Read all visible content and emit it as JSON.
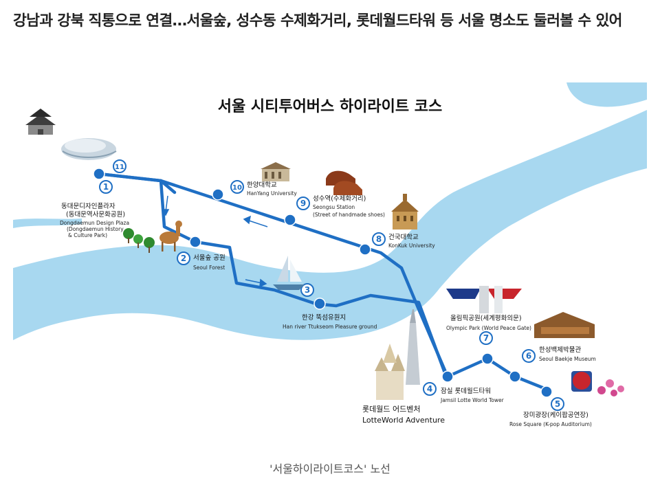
{
  "article": {
    "headline": "강남과 강북 직통으로 연결…서울숲, 성수동 수제화거리, 롯데월드타워 등 서울 명소도 둘러볼 수 있어",
    "caption": "'서울하이라이트코스' 노선"
  },
  "map": {
    "title": "서울 시티투어버스 하이라이트 코스",
    "colors": {
      "route": "#1f6fc4",
      "river": "#a8d8f0",
      "badge": "#1f6fc4"
    },
    "stops": [
      {
        "num": "1",
        "name": "동대문디자인플라자",
        "sub1": "(동대문역사문화공원)",
        "en1": "Dongdaemun Design Plaza",
        "en2": "(Dongdaemun History",
        "en3": "& Culture Park)"
      },
      {
        "num": "2",
        "name": "서울숲 공원",
        "en1": "Seoul Forest"
      },
      {
        "num": "3",
        "name": "한강 뚝섬유원지",
        "en1": "Han river Ttukseom Pleasure ground"
      },
      {
        "num": "4",
        "name": "잠실 롯데월드타워",
        "en1": "Jamsil Lotte World Tower"
      },
      {
        "num": "5",
        "name": "장미광장(케이팝공연장)",
        "en1": "Rose Square (K-pop Auditorium)"
      },
      {
        "num": "6",
        "name": "한성백제박물관",
        "en1": "Seoul Baekje Museum"
      },
      {
        "num": "7",
        "name": "올림픽공원(세계평화의문)",
        "en1": "Olympic Park (World Peace Gate)"
      },
      {
        "num": "8",
        "name": "건국대학교",
        "en1": "KonKuk University"
      },
      {
        "num": "9",
        "name": "성수역(수제화거리)",
        "en1": "Seongsu Station",
        "en2": "(Street of handmade shoes)"
      },
      {
        "num": "10",
        "name": "한양대학교",
        "en1": "HanYang University"
      },
      {
        "num": "11"
      }
    ],
    "landmark": {
      "name": "롯데월드 어드벤처",
      "en": "LotteWorld Adventure"
    }
  }
}
